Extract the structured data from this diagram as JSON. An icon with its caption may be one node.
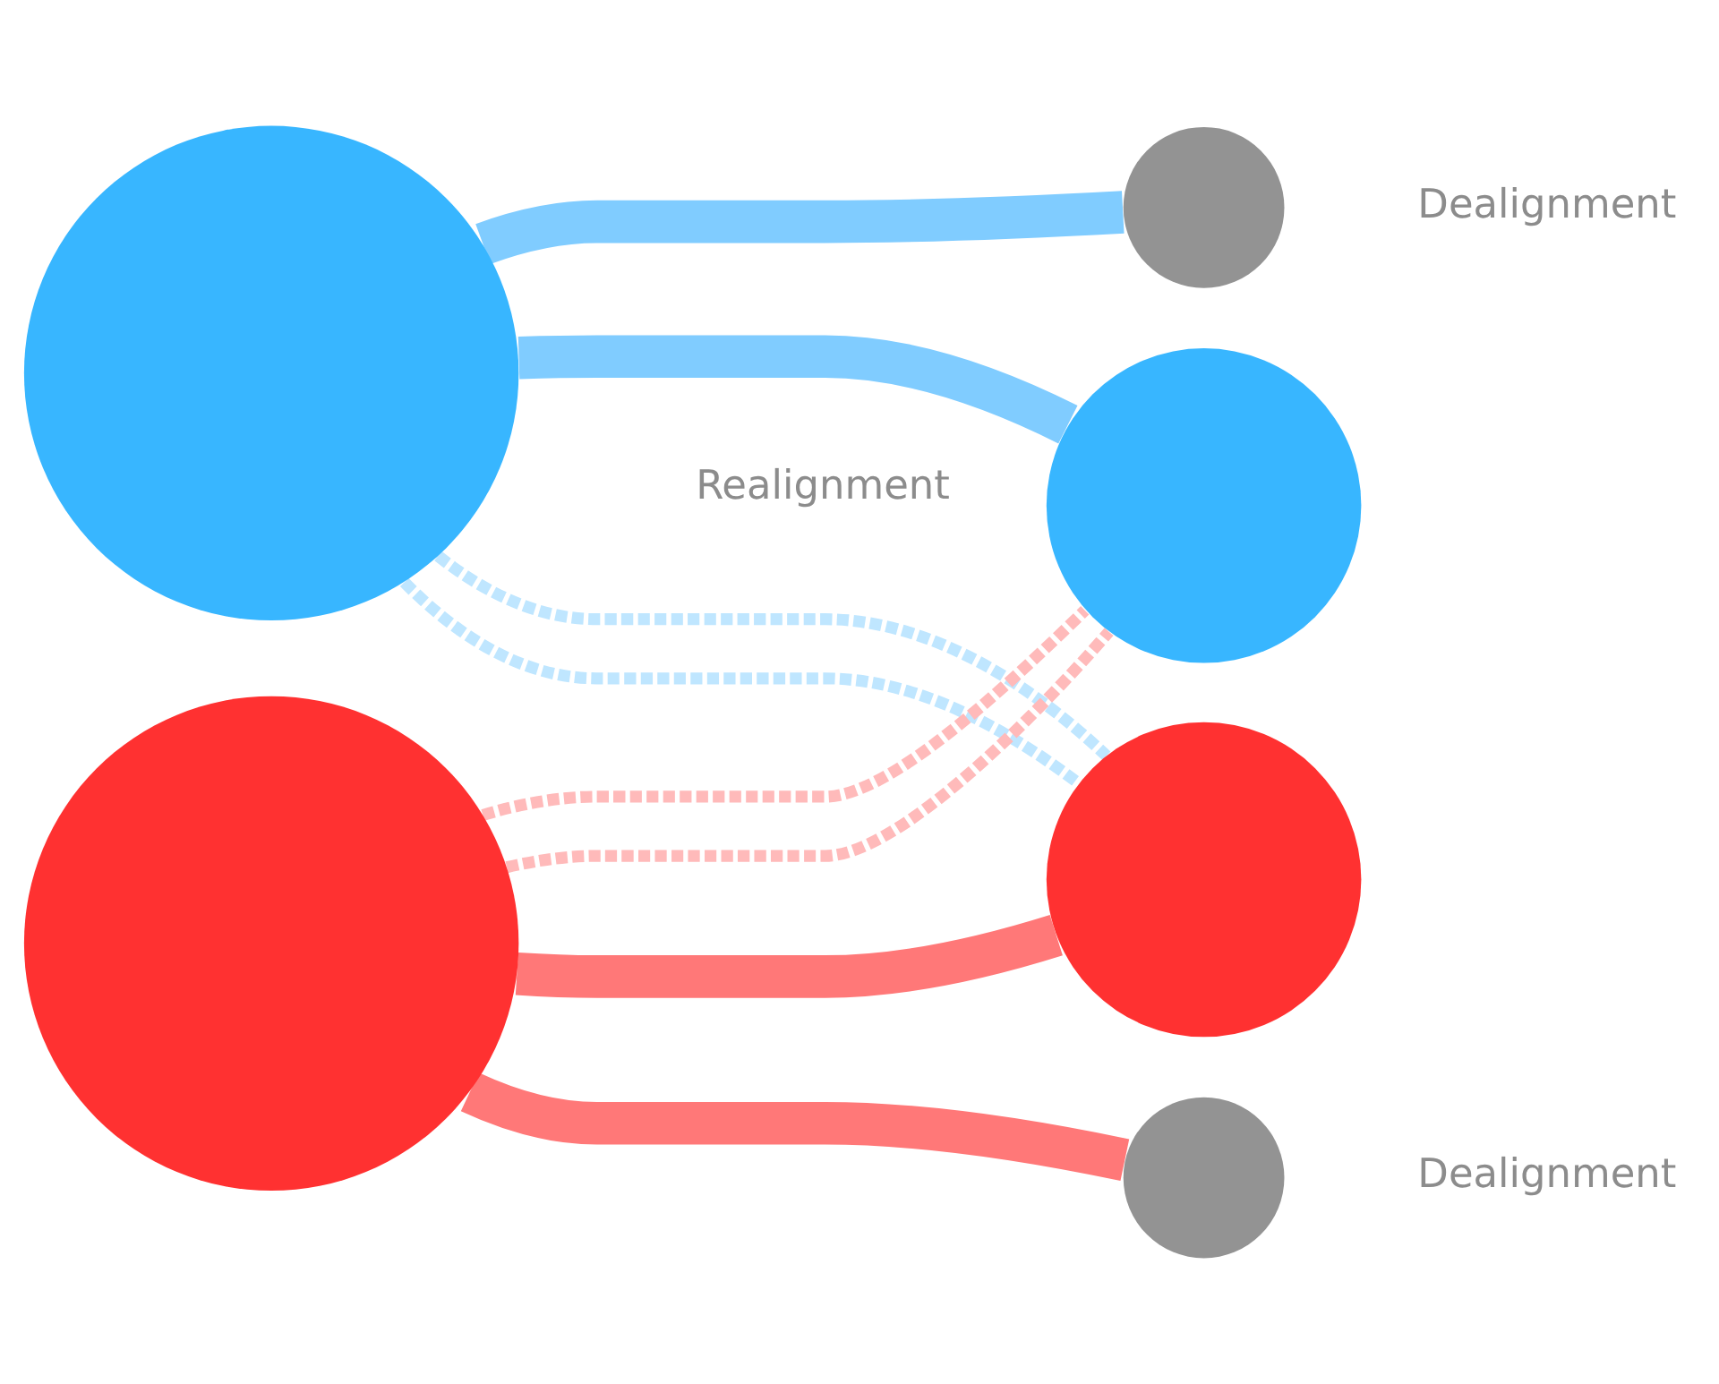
{
  "diagram": {
    "nodes": [
      {
        "text": [],
        "shape": "circle"
      },
      {
        "text": [],
        "shape": "circle",
        "beside": [
          "Dealignment"
        ]
      },
      {
        "text": [],
        "shape": "circle"
      },
      {
        "text": [],
        "shape": "circle"
      },
      {
        "text": [],
        "shape": "circle"
      },
      {
        "text": [],
        "shape": "circle",
        "beside": [
          "Dealignment"
        ]
      }
    ],
    "edges": [
      {
        "from": 0,
        "to": 1,
        "arrow": "none",
        "style": "thick",
        "color": "#80ccff"
      },
      {
        "from": 0,
        "to": 2,
        "arrow": "none",
        "style": "thick",
        "color": "#80ccff"
      },
      {
        "from": 0,
        "to": 4,
        "arrow": "none",
        "style": "dashed",
        "color": "#bfe6ff"
      },
      {
        "from": 0,
        "to": 4,
        "arrow": "none",
        "style": "dashed",
        "color": "#bfe6ff"
      },
      {
        "from": 3,
        "to": 2,
        "arrow": "none",
        "style": "dashed",
        "color": "#ffbaba"
      },
      {
        "from": 3,
        "to": 2,
        "arrow": "none",
        "style": "dashed",
        "color": "#ffbaba"
      },
      {
        "from": 3,
        "to": 4,
        "arrow": "none",
        "style": "thick",
        "color": "#ff7878"
      },
      {
        "from": 3,
        "to": 5,
        "arrow": "none",
        "style": "thick",
        "color": "#ff7878"
      }
    ],
    "labels": [
      "Realignment"
    ]
  }
}
